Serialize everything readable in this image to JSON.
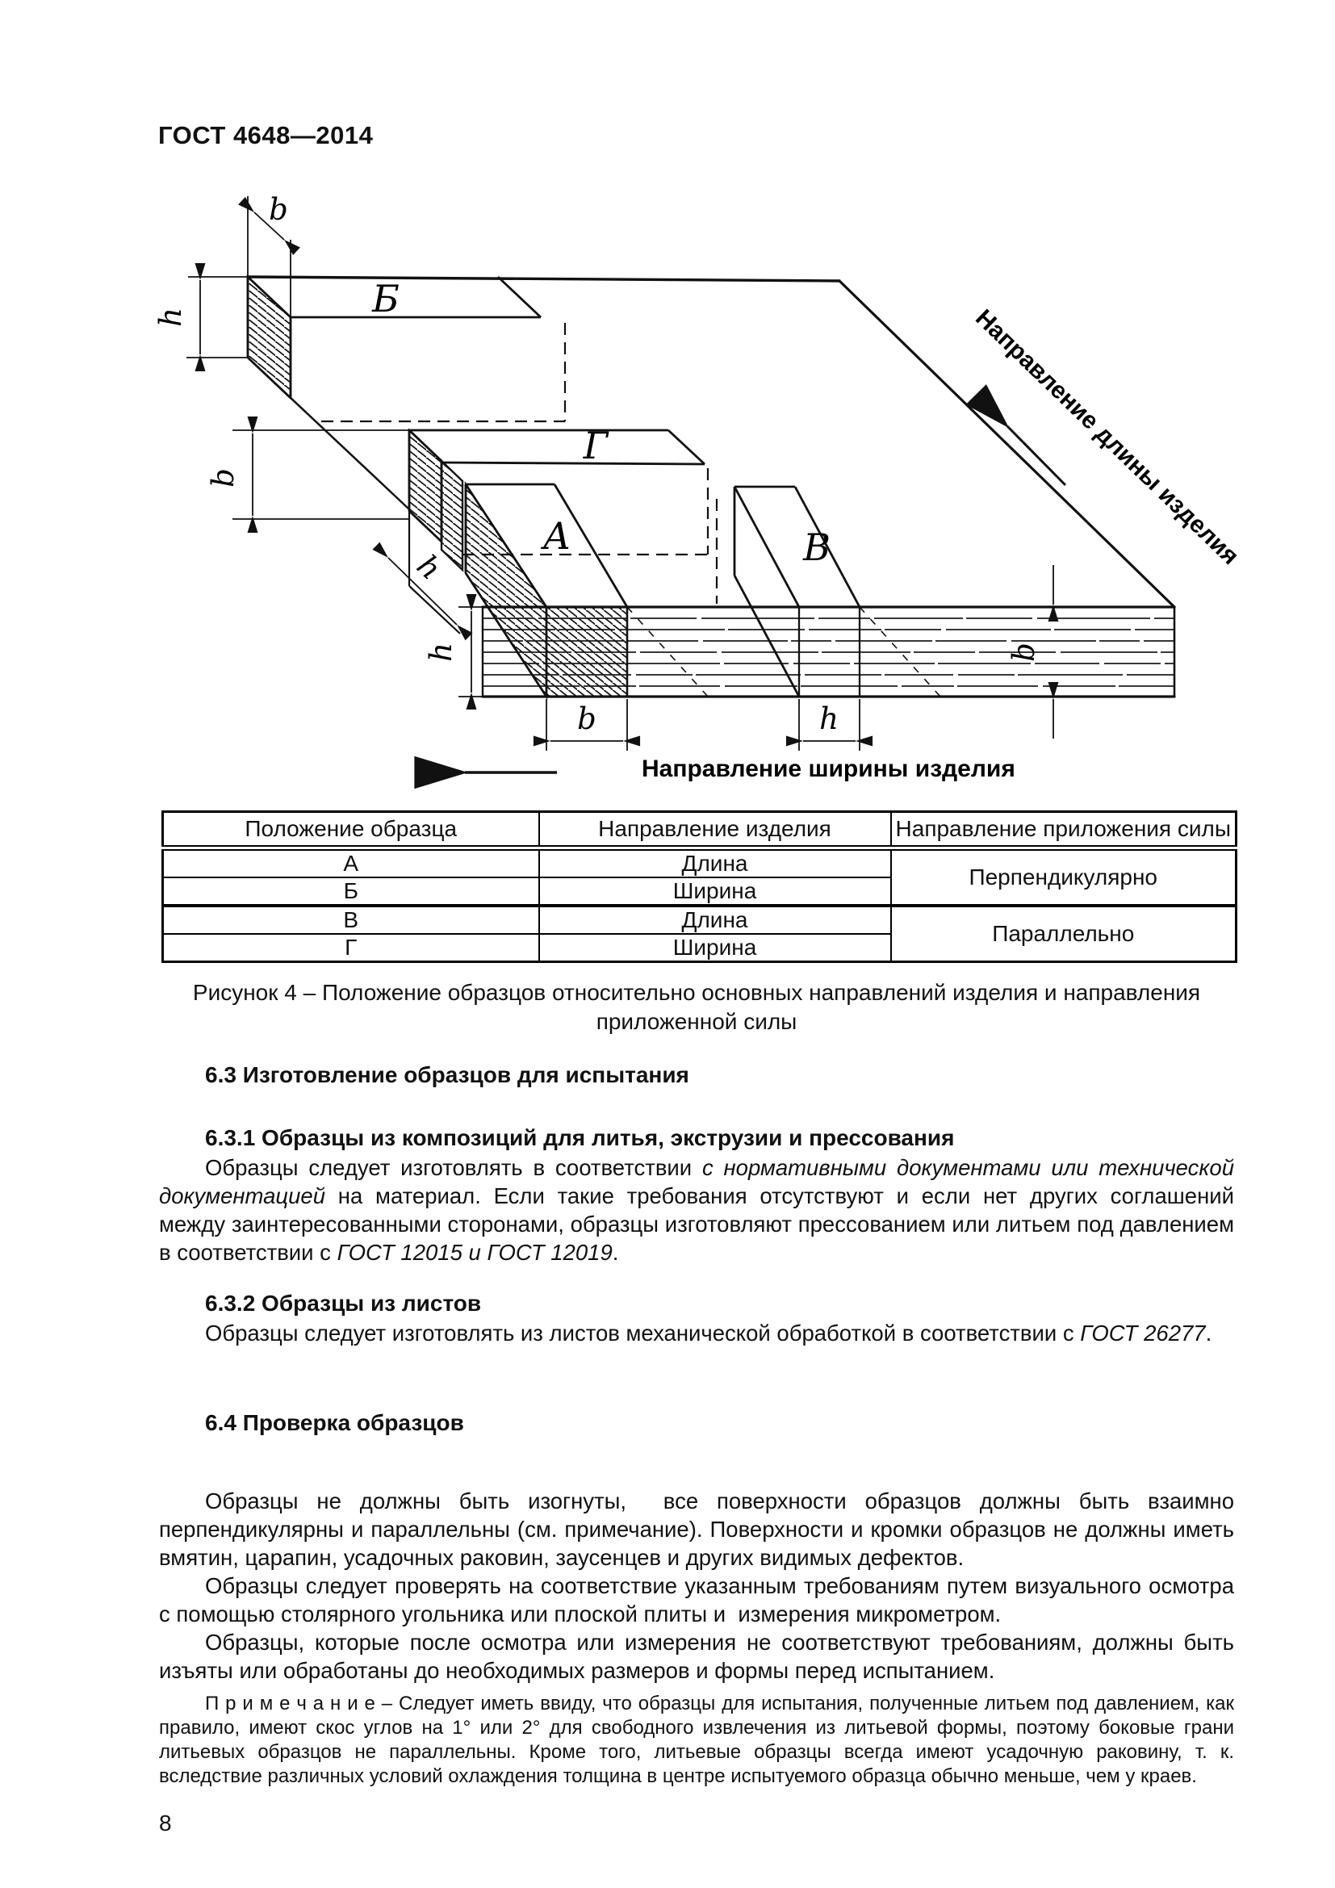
{
  "doc": {
    "title": "ГОСТ 4648—2014",
    "page_number": "8"
  },
  "figure": {
    "caption_line1": "Рисунок 4 – Положение образцов относительно основных направлений изделия и направления",
    "caption_line2": "приложенной силы",
    "length_direction_label": "Направление длины изделия",
    "width_direction_label": "Направление ширины изделия",
    "bar_labels": {
      "A": "А",
      "B": "Б",
      "V": "В",
      "G": "Г"
    },
    "dim_b": "b",
    "dim_h": "h"
  },
  "table": {
    "headers": [
      "Положение образца",
      "Направление изделия",
      "Направление приложения силы"
    ],
    "rows": [
      {
        "position": "А",
        "direction": "Длина"
      },
      {
        "position": "Б",
        "direction": "Ширина"
      },
      {
        "position": "В",
        "direction": "Длина"
      },
      {
        "position": "Г",
        "direction": "Ширина"
      }
    ],
    "force_groups": [
      "Перпендикулярно",
      "Параллельно"
    ]
  },
  "sections": {
    "s63_title": "6.3 Изготовление образцов для испытания",
    "s631_title": "6.3.1 Образцы из композиций для литья, экструзии и прессования",
    "s631_body": [
      {
        "t": "Образцы следует изготовлять в соответствии "
      },
      {
        "t": "с нормативными документами или технической документацией",
        "i": true
      },
      {
        "t": " на материал. Если такие требования отсутствуют и если нет других соглашений между заинтересованными сторонами, образцы изготовляют прессованием или литьем под давлением в соответствии с "
      },
      {
        "t": "ГОСТ 12015 и ГОСТ 12019",
        "i": true
      },
      {
        "t": "."
      }
    ],
    "s632_title": "6.3.2 Образцы из листов",
    "s632_body": [
      {
        "t": "Образцы следует изготовлять из листов механической обработкой в соответствии с "
      },
      {
        "t": "ГОСТ 26277",
        "i": true
      },
      {
        "t": "."
      }
    ],
    "s64_title": "6.4 Проверка образцов",
    "s64_p1": "Образцы не должны быть изогнуты,  все поверхности образцов должны быть взаимно перпендикулярны и параллельны (см. примечание). Поверхности и кромки образцов не должны иметь вмятин, царапин, усадочных раковин, заусенцев и других видимых дефектов.",
    "s64_p2": "Образцы следует проверять на соответствие указанным требованиям путем визуального осмотра с помощью столярного угольника или плоской плиты и  измерения микрометром.",
    "s64_p3": "Образцы, которые после осмотра или измерения не соответствуют требованиям, должны быть изъяты или обработаны до необходимых размеров и формы перед испытанием.",
    "note": "П р и м е ч а н и е – Следует иметь ввиду, что образцы для испытания, полученные литьем под давлением, как правило, имеют скос углов на 1° или 2° для свободного извлечения из литьевой формы, поэтому боковые грани литьевых образцов не параллельны. Кроме того, литьевые образцы всегда имеют усадочную раковину, т. к. вследствие различных условий охлаждения толщина в центре испытуемого образца обычно меньше, чем у краев."
  }
}
